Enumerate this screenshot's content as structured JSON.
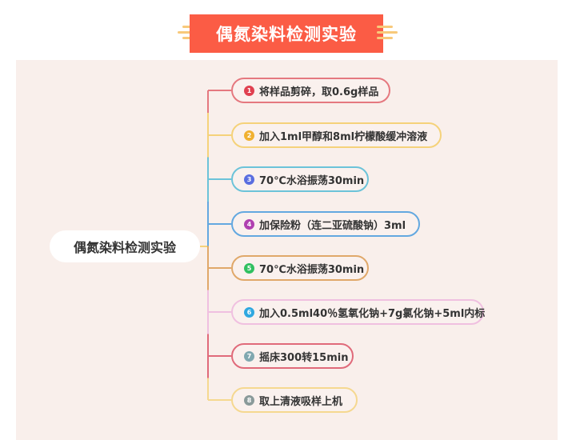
{
  "title": "偶氮染料检测实验",
  "center_label": "偶氮染料检测实验",
  "steps": [
    {
      "num": "1",
      "text": "将样品剪碎，取0.6g样品",
      "color": "#e5787f",
      "badge": "#e04050"
    },
    {
      "num": "2",
      "text": "加入1ml甲醇和8ml柠檬酸缓冲溶液",
      "color": "#f5d27a",
      "badge": "#f0b030"
    },
    {
      "num": "3",
      "text": "70℃水浴振荡30min",
      "color": "#6cc3d9",
      "badge": "#5a6ee0"
    },
    {
      "num": "4",
      "text": "加保险粉（连二亚硫酸钠）3ml",
      "color": "#63a8e0",
      "badge": "#b040b0"
    },
    {
      "num": "5",
      "text": "70℃水浴振荡30min",
      "color": "#e0a86a",
      "badge": "#30c060"
    },
    {
      "num": "6",
      "text": "加入0.5ml40％氢氧化钠+7g氯化钠+5ml内标",
      "color": "#f0c0e0",
      "badge": "#30a8e0"
    },
    {
      "num": "7",
      "text": "摇床300转15min",
      "color": "#e06a7a",
      "badge": "#80a8b0"
    },
    {
      "num": "8",
      "text": "取上清液吸样上机",
      "color": "#f5d890",
      "badge": "#8a9a9a"
    }
  ]
}
